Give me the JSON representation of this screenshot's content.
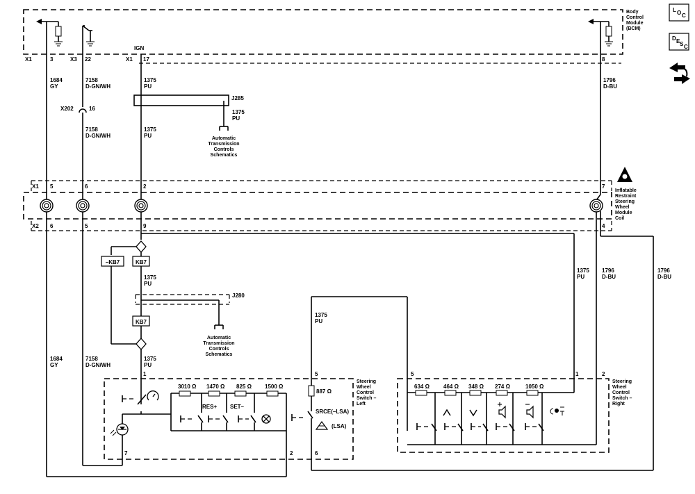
{
  "bcm": {
    "label_lines": [
      "Body",
      "Control",
      "Module",
      "(BCM)"
    ]
  },
  "side_icons": {
    "loc_icon": "LOC",
    "desc_icon": "DESC",
    "flow_icon": "hand-with-arrows-icon"
  },
  "connectors": {
    "x1_3": [
      "X1",
      "3"
    ],
    "x3_22": [
      "X3",
      "22"
    ],
    "x1_17": [
      "X1",
      "17"
    ],
    "ign": "IGN",
    "pin_8": "8",
    "x202": [
      "X202",
      "16"
    ],
    "x1_row": [
      "X1",
      "5",
      "6",
      "2",
      "7"
    ],
    "x2_row": [
      "X2",
      "6",
      "5",
      "9",
      "4"
    ]
  },
  "wires": {
    "w1684_top": [
      "1684",
      "GY"
    ],
    "w7158_top": [
      "7158",
      "D-GN/WH"
    ],
    "w1375_top": [
      "1375",
      "PU"
    ],
    "w1796_top": [
      "1796",
      "D-BU"
    ],
    "w7158_mid": [
      "7158",
      "D-GN/WH"
    ],
    "w1375_mid": [
      "1375",
      "PU"
    ],
    "w1375_j285": [
      "1375",
      "PU"
    ],
    "w1375_kb": [
      "1375",
      "PU"
    ],
    "w1375_right": [
      "1375",
      "PU"
    ],
    "w1796_right": [
      "1796",
      "D-BU"
    ],
    "w1796_far": [
      "1796",
      "D-BU"
    ],
    "w1375_lsw": [
      "1375",
      "PU"
    ],
    "w1684_bot": [
      "1684",
      "GY"
    ],
    "w7158_bot": [
      "7158",
      "D-GN/WH"
    ],
    "w1375_bot": [
      "1375",
      "PU"
    ]
  },
  "splices": {
    "j285": "J285",
    "j280": "J280"
  },
  "refs": {
    "atc_1": [
      "Automatic",
      "Transmission",
      "Controls",
      "Schematics"
    ],
    "atc_2": [
      "Automatic",
      "Transmission",
      "Controls",
      "Schematics"
    ]
  },
  "options": {
    "kb7_a": "KB7",
    "not_kb7": "–KB7",
    "kb7_b": "KB7"
  },
  "coil": {
    "label_lines": [
      "Inflatable",
      "Restraint",
      "Steering",
      "Wheel",
      "Module",
      "Coil"
    ]
  },
  "left_switch": {
    "label_lines": [
      "Steering",
      "Wheel",
      "Control",
      "Switch –",
      "Left"
    ],
    "pin_1": "1",
    "pin_7": "7",
    "pin_2": "2",
    "pin_5": "5",
    "pin_6": "6",
    "resistors": [
      "3010 Ω",
      "1470 Ω",
      "825 Ω",
      "1500 Ω"
    ],
    "res_887": "887 Ω",
    "buttons": [
      "RES+",
      "SET–"
    ],
    "srce": "SRCE(–LSA)",
    "lsa": "(LSA)"
  },
  "right_switch": {
    "label_lines": [
      "Steering",
      "Wheel",
      "Control",
      "Switch –",
      "Right"
    ],
    "pin_5": "5",
    "pin_1": "1",
    "pin_2": "2",
    "resistors": [
      "634 Ω",
      "464 Ω",
      "348 Ω",
      "274 Ω",
      "1050 Ω"
    ],
    "icons": [
      "up-arrow-icon",
      "down-arrow-icon",
      "volume-up-icon",
      "volume-down-icon",
      "voice-icon"
    ]
  }
}
